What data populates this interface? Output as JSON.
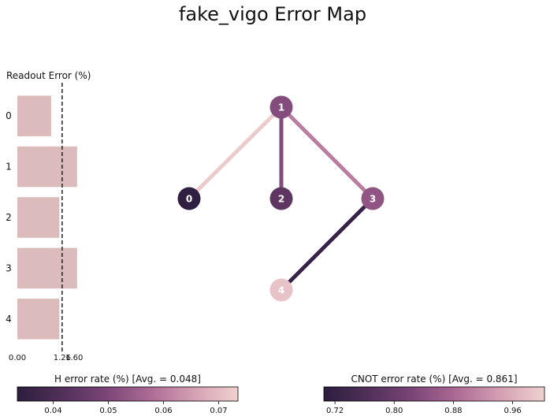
{
  "title": "fake_vigo Error Map",
  "colors": {
    "bar_fill": "#dbbbbb",
    "avg_line": "#222222",
    "node_text": "#ffffff",
    "cmap": [
      "#2d1e3e",
      "#503058",
      "#7a4576",
      "#ac6a94",
      "#d49fb3",
      "#efd2cf"
    ]
  },
  "chart_data": [
    {
      "type": "bar",
      "orientation": "horizontal",
      "title": "Readout Error (%)",
      "categories": [
        "0",
        "1",
        "2",
        "3",
        "4"
      ],
      "values": [
        0.95,
        1.68,
        1.18,
        1.68,
        1.18
      ],
      "xlim": [
        0,
        1.75
      ],
      "xticks": [
        0,
        1.26,
        1.6
      ],
      "xtick_labels": [
        "0.00",
        "1.26",
        "1.60"
      ],
      "mean_line": 1.26,
      "grid": false
    },
    {
      "type": "graph",
      "title": "",
      "nodes": [
        {
          "label": "0",
          "value": 0.034
        },
        {
          "label": "1",
          "value": 0.051
        },
        {
          "label": "2",
          "value": 0.044
        },
        {
          "label": "3",
          "value": 0.053
        },
        {
          "label": "4",
          "value": 0.071
        }
      ],
      "edges": [
        {
          "source": "0",
          "target": "1",
          "value": 0.995
        },
        {
          "source": "1",
          "target": "2",
          "value": 0.835
        },
        {
          "source": "1",
          "target": "3",
          "value": 0.905
        },
        {
          "source": "3",
          "target": "4",
          "value": 0.72
        }
      ]
    },
    {
      "type": "colorbar",
      "title": "H error rate (%) [Avg. = 0.048]",
      "range": [
        0.0335,
        0.0735
      ],
      "ticks": [
        0.04,
        0.05,
        0.06,
        0.07
      ],
      "tick_labels": [
        "0.04",
        "0.05",
        "0.06",
        "0.07"
      ]
    },
    {
      "type": "colorbar",
      "title": "CNOT error rate (%) [Avg. = 0.861]",
      "range": [
        0.705,
        1.003
      ],
      "ticks": [
        0.72,
        0.8,
        0.88,
        0.96
      ],
      "tick_labels": [
        "0.72",
        "0.80",
        "0.88",
        "0.96"
      ]
    }
  ]
}
